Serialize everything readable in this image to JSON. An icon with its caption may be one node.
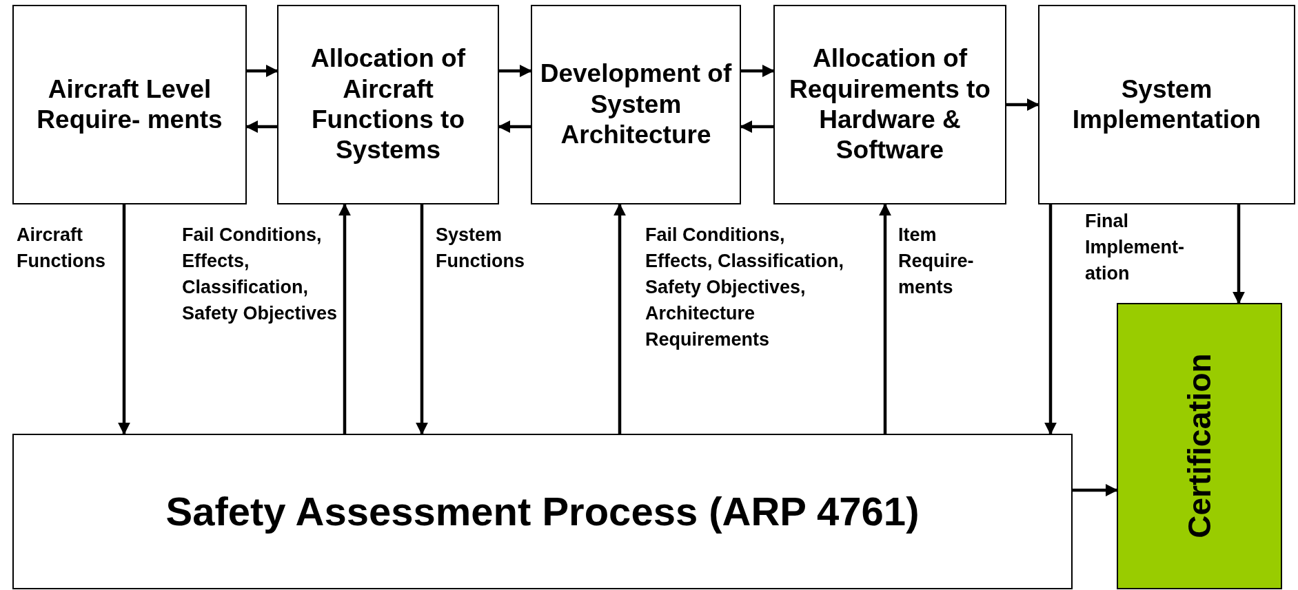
{
  "diagram": {
    "nodes": [
      {
        "text": [
          "Aircraft Level Require- ments"
        ]
      },
      {
        "text": [
          "Allocation of Aircraft Functions to Systems"
        ]
      },
      {
        "text": [
          "Development of System Architecture"
        ]
      },
      {
        "text": [
          "Allocation of Requirements to Hardware & Software"
        ]
      },
      {
        "text": [
          "System Implementation"
        ]
      },
      {
        "text": [
          "Safety Assessment Process (ARP 4761)"
        ]
      },
      {
        "text": [
          "Certification"
        ]
      }
    ],
    "edges": [
      {
        "from": 0,
        "to": 1,
        "arrow": "to"
      },
      {
        "from": 1,
        "to": 0,
        "arrow": "to"
      },
      {
        "from": 1,
        "to": 2,
        "arrow": "to"
      },
      {
        "from": 2,
        "to": 1,
        "arrow": "to"
      },
      {
        "from": 2,
        "to": 3,
        "arrow": "to"
      },
      {
        "from": 3,
        "to": 2,
        "arrow": "to"
      },
      {
        "from": 3,
        "to": 4,
        "arrow": "to"
      },
      {
        "from": 0,
        "to": 5,
        "arrow": "to",
        "label": "Aircraft Functions"
      },
      {
        "from": 5,
        "to": 1,
        "arrow": "to",
        "label": "Fail Conditions, Effects, Classification, Safety Objectives"
      },
      {
        "from": 1,
        "to": 5,
        "arrow": "to",
        "label": "System Functions"
      },
      {
        "from": 5,
        "to": 2,
        "arrow": "to",
        "label": "Fail Conditions, Effects, Classification, Safety Objectives, Architecture Requirements"
      },
      {
        "from": 5,
        "to": 3,
        "arrow": "to",
        "label": "Item Require- ments"
      },
      {
        "from": 4,
        "to": 5,
        "arrow": "to"
      },
      {
        "from": 4,
        "to": 6,
        "arrow": "to",
        "label": "Final Implement- ation"
      },
      {
        "from": 5,
        "to": 6,
        "arrow": "to"
      }
    ]
  }
}
